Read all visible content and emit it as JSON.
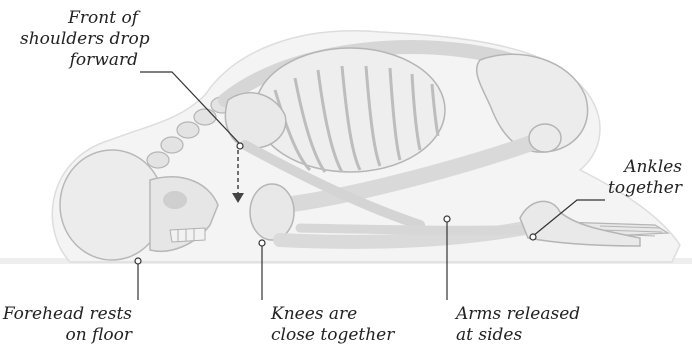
{
  "labels": {
    "shoulders": [
      "Front of",
      "shoulders drop",
      "forward"
    ],
    "ankles": [
      "Ankles",
      "together"
    ],
    "forehead": [
      "Forehead rests",
      "on floor"
    ],
    "knees": [
      "Knees are",
      "close together"
    ],
    "arms": [
      "Arms released",
      "at sides"
    ]
  },
  "colors": {
    "text": "#222222",
    "leader": "#333333",
    "bone": "#ededed",
    "bone_edge": "#b9b9b9",
    "silhouette": "#f3f3f3",
    "floor": "#e4e4e4"
  }
}
